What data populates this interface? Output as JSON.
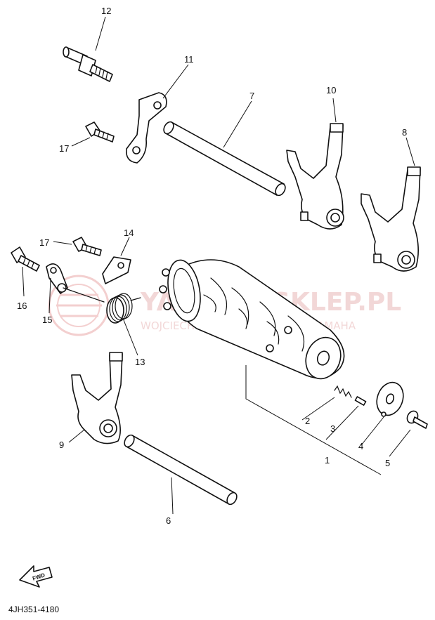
{
  "diagram": {
    "part_labels": [
      {
        "id": "1",
        "text": "1"
      },
      {
        "id": "2",
        "text": "2"
      },
      {
        "id": "3",
        "text": "3"
      },
      {
        "id": "4",
        "text": "4"
      },
      {
        "id": "5",
        "text": "5"
      },
      {
        "id": "6",
        "text": "6"
      },
      {
        "id": "7",
        "text": "7"
      },
      {
        "id": "8",
        "text": "8"
      },
      {
        "id": "9",
        "text": "9"
      },
      {
        "id": "10",
        "text": "10"
      },
      {
        "id": "11",
        "text": "11"
      },
      {
        "id": "12",
        "text": "12"
      },
      {
        "id": "13",
        "text": "13"
      },
      {
        "id": "14",
        "text": "14"
      },
      {
        "id": "15",
        "text": "15"
      },
      {
        "id": "16",
        "text": "16"
      },
      {
        "id": "17a",
        "text": "17"
      },
      {
        "id": "17b",
        "text": "17"
      }
    ],
    "watermark": {
      "title": "YAMAHA-SKLEP.PL",
      "subtitle": "WOJCIECHOWSKI MOTOCENTER YAMAHA"
    },
    "fwd_arrow_text": "FWD",
    "drawing_code": "4JH351-4180"
  }
}
